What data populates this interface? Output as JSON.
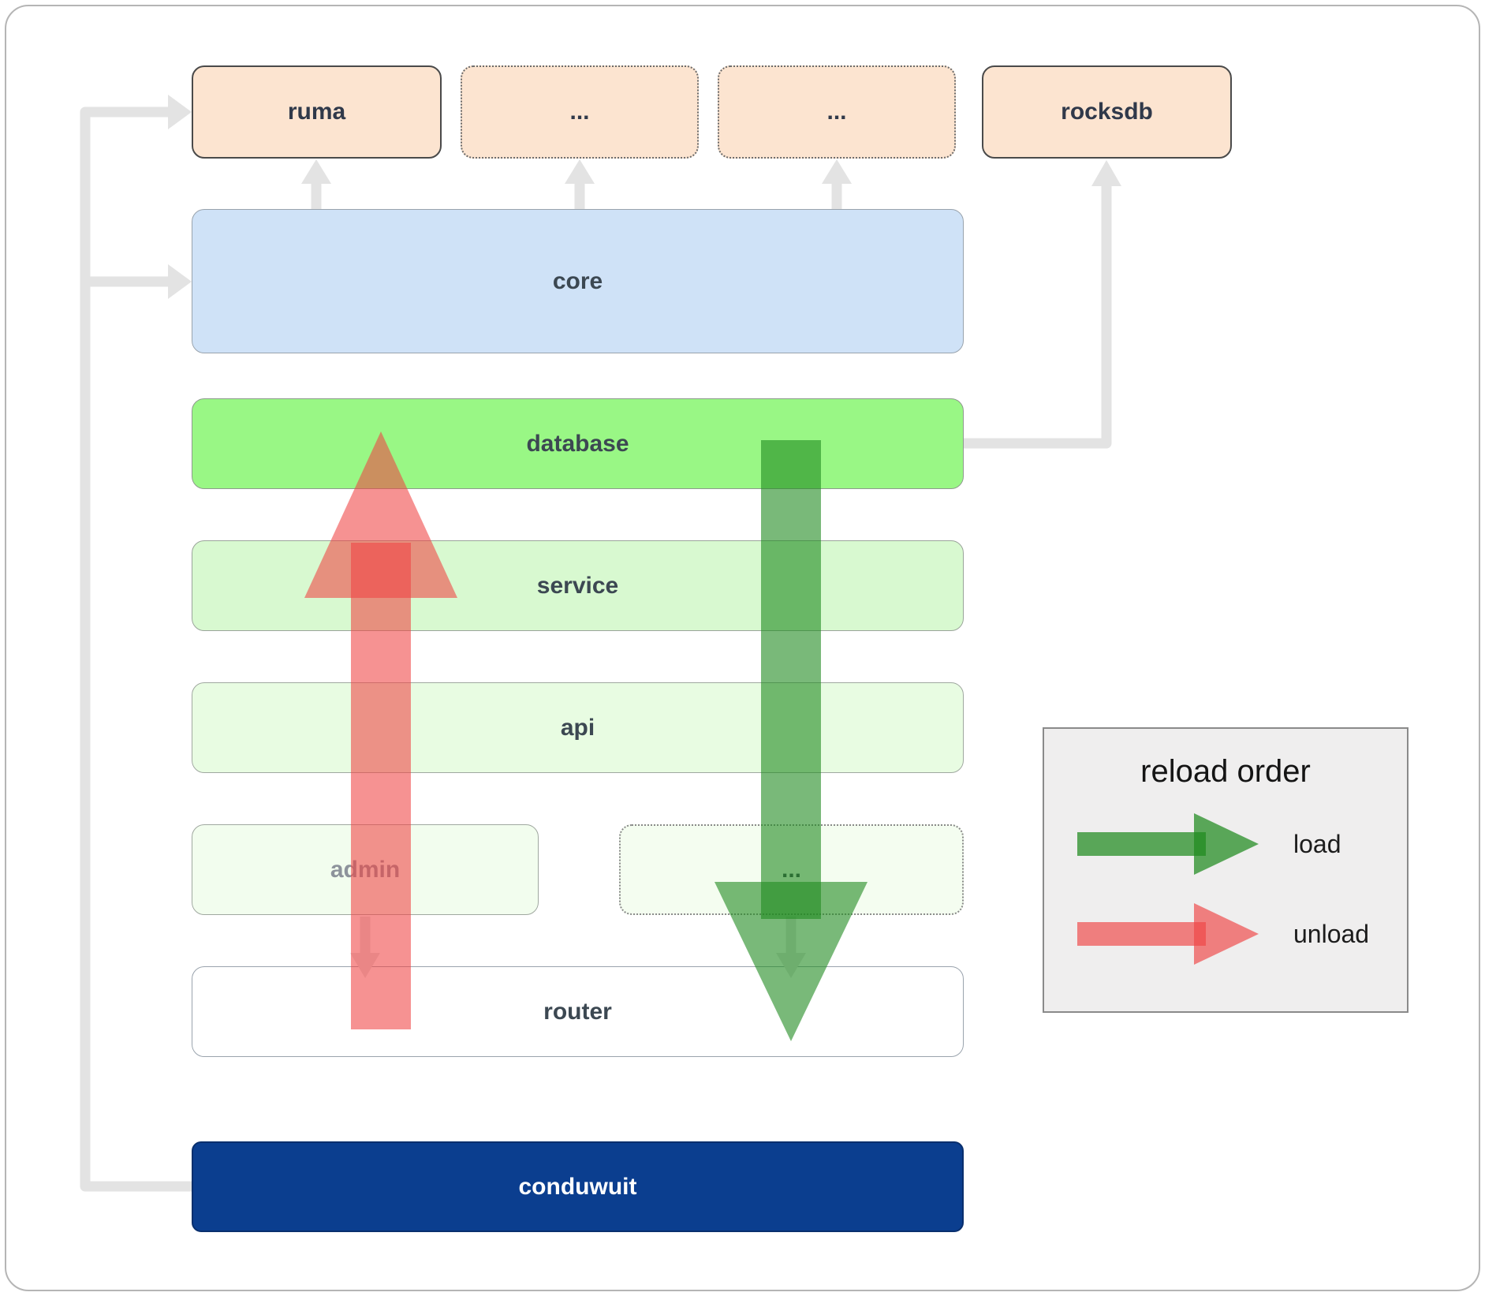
{
  "top_row": {
    "ruma": "ruma",
    "dots1": "...",
    "dots2": "...",
    "rocksdb": "rocksdb"
  },
  "layers": {
    "core": "core",
    "database": "database",
    "service": "service",
    "api": "api",
    "admin": "admin",
    "modules": "...",
    "router": "router",
    "app": "conduwuit"
  },
  "legend": {
    "title": "reload order",
    "load_label": "load",
    "unload_label": "unload"
  },
  "colors": {
    "peach_box": "#fce4d0",
    "core_blue": "#cfe2f7",
    "database_green": "#99f785",
    "service_green": "#d8f9d0",
    "api_green": "#e8fce2",
    "admin_green": "#f2fdee",
    "app_navy": "#0b3e8f",
    "connector_gray": "#e3e3e3",
    "load_arrow_green": "#1f8b1f",
    "unload_arrow_red": "#ef4444"
  }
}
